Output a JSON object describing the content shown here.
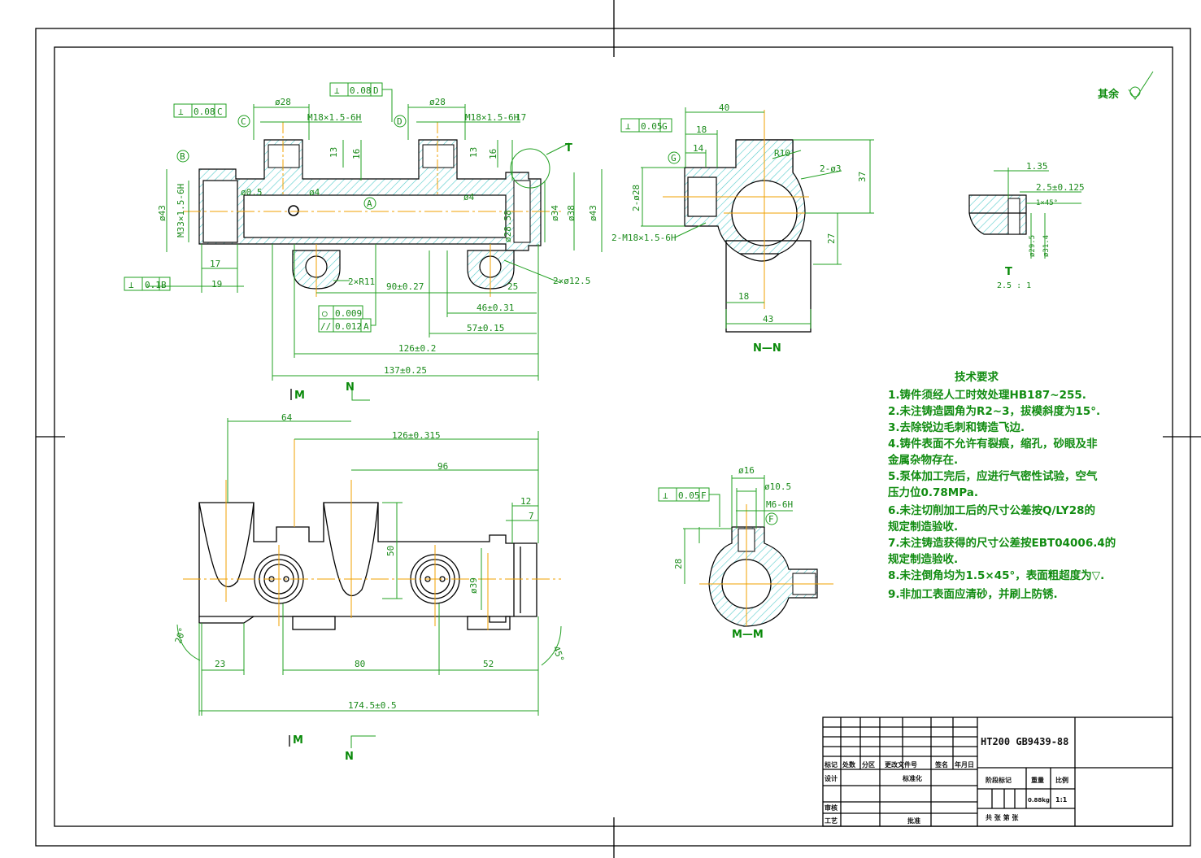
{
  "roughness_other": "其余",
  "main_view": {
    "tol_c": {
      "sym": "⊥",
      "val": "0.08",
      "ref": "C"
    },
    "tol_d": {
      "sym": "⊥",
      "val": "0.08",
      "ref": "D"
    },
    "tol_b": {
      "sym": "⊥",
      "val": "0.1",
      "ref": "B"
    },
    "tol_round": {
      "sym": "○",
      "val": "0.009"
    },
    "tol_parallel": {
      "sym": "//",
      "val": "0.012",
      "ref": "A"
    },
    "label_c": "C",
    "label_d": "D",
    "label_b": "B",
    "label_a": "A",
    "label_t": "T",
    "d28a": "ø28",
    "d28b": "ø28",
    "m18a": "M18×1.5-6H",
    "m18b": "M18×1.5-6H",
    "d17": "17",
    "d13a": "13",
    "d16a": "16",
    "d13b": "13",
    "d16b": "16",
    "d43l": "ø43",
    "m33": "M33×1.5-6H",
    "d05": "ø0.5",
    "d4": "ø4",
    "d4b": "ø4",
    "d34": "ø34",
    "d38": "ø38",
    "d43r": "ø43",
    "d2858": "ø28.58",
    "d17b": "17",
    "d19": "19",
    "r11": "2×R11",
    "d125": "2×ø12.5",
    "d90": "90±0.27",
    "d25": "25",
    "d46": "46±0.31",
    "d57": "57±0.15",
    "d126": "126±0.2",
    "d137": "137±0.25",
    "section_m": "M",
    "section_n": "N"
  },
  "bottom_view": {
    "d64": "64",
    "d126": "126±0.315",
    "d96": "96",
    "d12": "12",
    "d7": "7",
    "d50": "50",
    "d39": "ø39",
    "d23": "23",
    "d80": "80",
    "d52": "52",
    "d1745": "174.5±0.5",
    "a20": "20°",
    "a45": "45°",
    "section_m": "M",
    "section_n": "N"
  },
  "nn_view": {
    "tol_g": {
      "sym": "⊥",
      "val": "0.05",
      "ref": "G"
    },
    "label_g": "G",
    "d40": "40",
    "d18": "18",
    "d14": "14",
    "r10": "R10",
    "d2d3": "2-ø3",
    "d37": "37",
    "d2d28": "2-ø28",
    "m18": "2-M18×1.5-6H",
    "d27": "27",
    "d18b": "18",
    "d43": "43",
    "title": "N—N"
  },
  "mm_view": {
    "tol_f": {
      "sym": "⊥",
      "val": "0.05",
      "ref": "F"
    },
    "d16": "ø16",
    "d105": "ø10.5",
    "m6": "M6-6H",
    "label_f": "F",
    "d28": "28",
    "title": "M—M"
  },
  "detail_t": {
    "d135": "1.35",
    "d25": "2.5±0.125",
    "c1x45": "1×45°",
    "d295": "ø29.5",
    "d314": "ø31.4",
    "title": "T",
    "scale": "2.5 : 1"
  },
  "tech_req": {
    "title": "技术要求",
    "items": [
      "1.铸件须经人工时效处理HB187~255.",
      "2.未注铸造圆角为R2~3，拔模斜度为15°.",
      "3.去除锐边毛刺和铸造飞边.",
      "4.铸件表面不允许有裂痕，缩孔，砂眼及非",
      "  金属杂物存在.",
      "5.泵体加工完后，应进行气密性试验，空气",
      "  压力位0.78MPa.",
      "6.未注切削加工后的尺寸公差按Q/LY28的",
      "  规定制造验收.",
      "7.未注铸造获得的尺寸公差按EBT04006.4的",
      "  规定制造验收.",
      "8.未注倒角均为1.5×45°，表面粗超度为▽.",
      "9.非加工表面应清砂，并刷上防锈."
    ]
  },
  "title_block": {
    "material": "HT200 GB9439-88",
    "h1": "标记",
    "h2": "处数",
    "h3": "分区",
    "h4": "更改文件号",
    "h5": "签名",
    "h6": "年月日",
    "design": "设计",
    "std": "标准化",
    "review": "审核",
    "process": "工艺",
    "approve": "批准",
    "stage": "阶段标记",
    "weight": "重量",
    "scale": "比例",
    "wval": "0.88kg",
    "sval": "1:1",
    "sheets": "共   张   第   张"
  }
}
